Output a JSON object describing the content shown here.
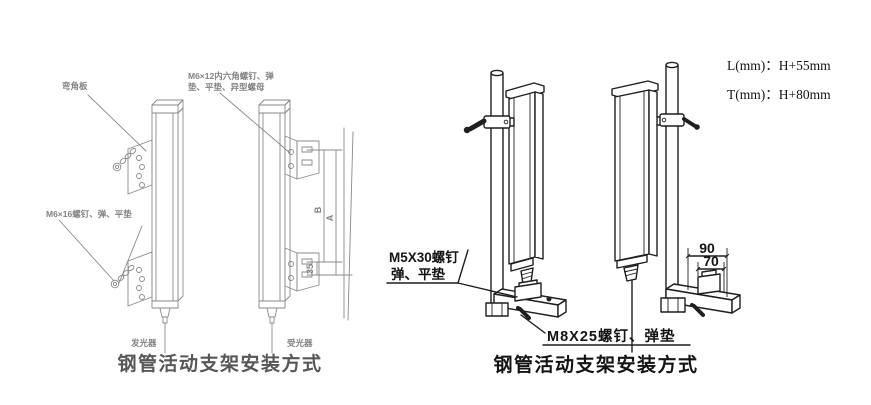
{
  "colors": {
    "background": "#ffffff",
    "left_line": "#8a8a8a",
    "left_text": "#828282",
    "left_caption": "#575757",
    "right_line": "#1f1f1f",
    "right_text": "#141414"
  },
  "left_figure": {
    "caption": "钢管活动支架安装方式",
    "labels": {
      "angle_plate": "弯角板",
      "m6x12_line1": "M6×12内六角螺钉、弹",
      "m6x12_line2": "垫、平垫、异型螺母",
      "m6x16": "M6×16螺钉、弹、平垫",
      "emitter": "发光器",
      "receiver": "受光器"
    },
    "dimensions": {
      "d35": "35",
      "dB": "B",
      "dA": "A"
    }
  },
  "right_figure": {
    "caption": "钢管活动支架安装方式",
    "specs": {
      "l": "L(mm)：H+55mm",
      "t": "T(mm)：H+80mm"
    },
    "labels": {
      "m5x30_line1": "M5X30螺钉",
      "m5x30_line2": "弹、平垫",
      "m8x25": "M8X25螺钉、弹垫"
    },
    "dimensions": {
      "d90": "90",
      "d70": "70"
    }
  }
}
